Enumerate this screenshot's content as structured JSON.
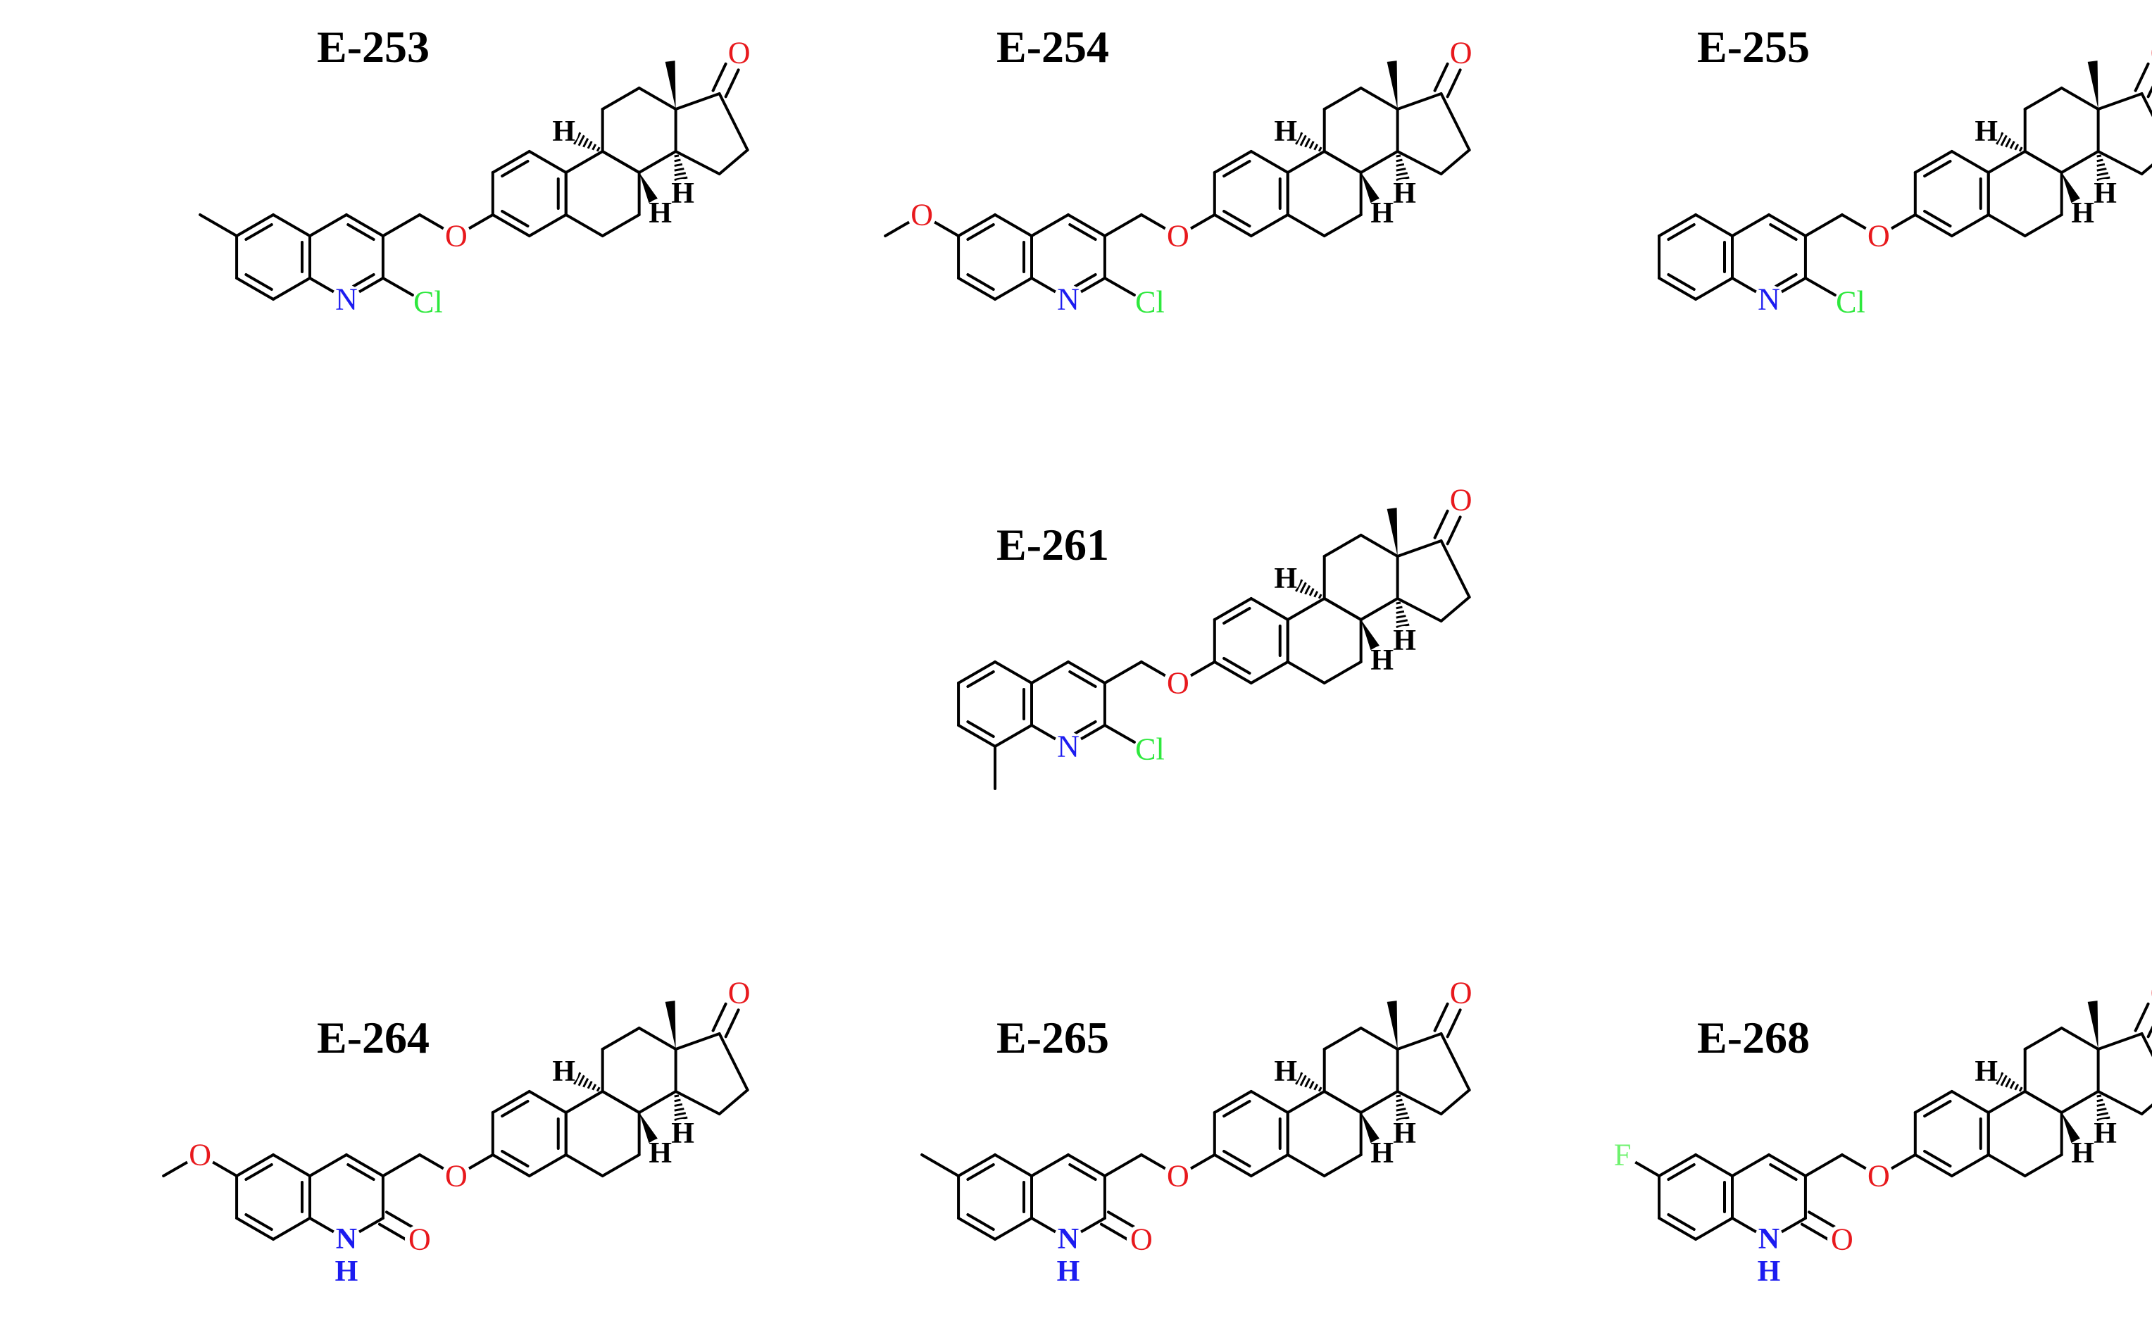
{
  "colors": {
    "oxygen": "#e8191d",
    "nitrogen": "#1c1cf0",
    "chlorine": "#2ee83d",
    "fluorine": "#6ef26e",
    "bond": "#000000"
  },
  "atom_labels": {
    "o": "O",
    "n": "N",
    "cl": "Cl",
    "f": "F",
    "h": "H",
    "nh": "N"
  },
  "compounds": [
    {
      "id": "E-253",
      "type": "chloroquinoline",
      "sub6": "methyl",
      "sub8": ""
    },
    {
      "id": "E-254",
      "type": "chloroquinoline",
      "sub6": "methoxy",
      "sub8": ""
    },
    {
      "id": "E-255",
      "type": "chloroquinoline",
      "sub6": "",
      "sub8": ""
    },
    {
      "id": "E-261",
      "type": "chloroquinoline",
      "sub6": "",
      "sub8": "methyl"
    },
    {
      "id": "E-264",
      "type": "quinolinone",
      "sub6": "methoxy",
      "sub8": ""
    },
    {
      "id": "E-265",
      "type": "quinolinone",
      "sub6": "methyl",
      "sub8": ""
    },
    {
      "id": "E-268",
      "type": "quinolinone",
      "sub6": "fluoro",
      "sub8": ""
    }
  ]
}
